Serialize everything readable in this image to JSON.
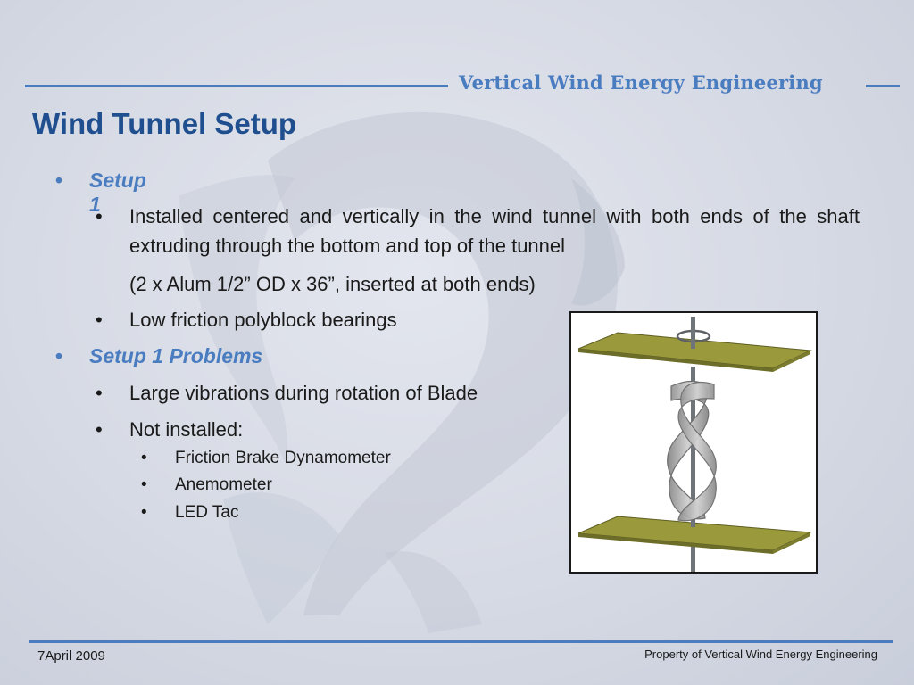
{
  "header": {
    "brand": "Vertical Wind Energy Engineering",
    "accent_color": "#4a7cc0",
    "title_color": "#1f4f8e"
  },
  "slide": {
    "title": "Wind Tunnel Setup",
    "bullets": [
      {
        "label": "Setup 1",
        "items": [
          {
            "text": "Installed centered and vertically in the wind tunnel with both ends of the shaft extruding through the bottom and top of the tunnel",
            "note": "(2 x Alum 1/2” OD x 36”, inserted at both ends)"
          },
          {
            "text": "Low friction polyblock bearings"
          }
        ]
      },
      {
        "label": "Setup 1 Problems",
        "items": [
          {
            "text": "Large vibrations during rotation of Blade"
          },
          {
            "text": "Not installed:",
            "subitems": [
              "Friction Brake Dynamometer",
              "Anemometer",
              "LED Tac"
            ]
          }
        ]
      }
    ]
  },
  "figure": {
    "icon": "helical-turbine-diagram-icon",
    "plate_color": "#9a9a3c",
    "blade_color": "#a9a9a9"
  },
  "footer": {
    "date": "7April 2009",
    "property": "Property of Vertical Wind Energy Engineering"
  }
}
